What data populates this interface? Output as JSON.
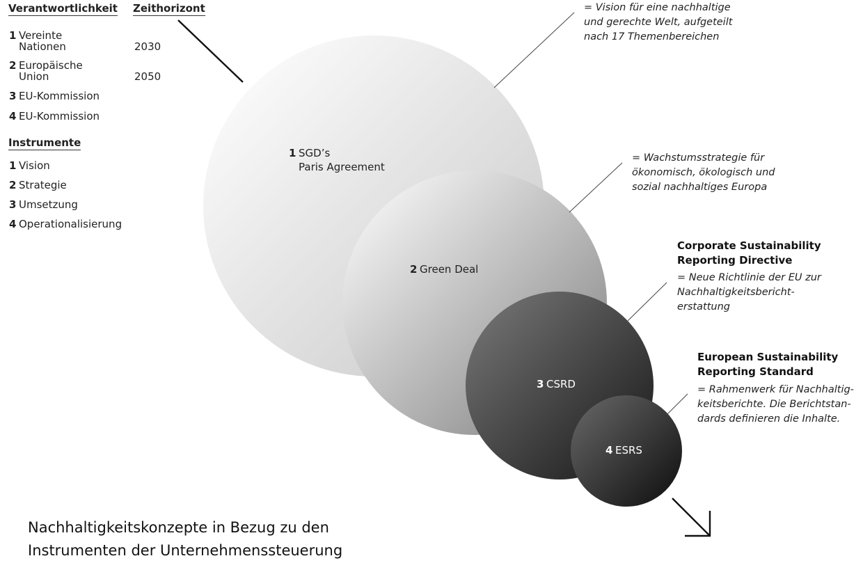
{
  "legend": {
    "responsibility_header": "Verantwortlichkeit",
    "horizon_header": "Zeithorizont",
    "responsibility": [
      {
        "num": "1",
        "line1": "Vereinte",
        "line2": "Nationen",
        "year": "2030"
      },
      {
        "num": "2",
        "line1": "Europäische",
        "line2": "Union",
        "year": "2050"
      },
      {
        "num": "3",
        "line1": "EU-Kommission",
        "line2": "",
        "year": ""
      },
      {
        "num": "4",
        "line1": "EU-Kommission",
        "line2": "",
        "year": ""
      }
    ],
    "instruments_header": "Instrumente",
    "instruments": [
      {
        "num": "1",
        "label": "Vision"
      },
      {
        "num": "2",
        "label": "Strategie"
      },
      {
        "num": "3",
        "label": "Umsetzung"
      },
      {
        "num": "4",
        "label": "Operationalisierung"
      }
    ]
  },
  "circles": [
    {
      "num": "1",
      "line1": "SGD’s",
      "line2": "Paris Agreement"
    },
    {
      "num": "2",
      "line1": "Green Deal",
      "line2": ""
    },
    {
      "num": "3",
      "line1": "CSRD",
      "line2": ""
    },
    {
      "num": "4",
      "line1": "ESRS",
      "line2": ""
    }
  ],
  "annotations": {
    "sdg": [
      "= Vision für eine nachhaltige",
      "und gerechte Welt, aufgeteilt",
      "nach 17 Themenbereichen"
    ],
    "green_deal": [
      "= Wachstumsstrategie für",
      "ökonomisch, ökologisch und",
      "sozial nachhaltiges Europa"
    ],
    "csrd_title": [
      "Corporate Sustainability",
      "Reporting Directive"
    ],
    "csrd": [
      "= Neue Richtlinie der EU zur",
      "Nachhaltigkeitsbericht-",
      "erstattung"
    ],
    "esrs_title": [
      "European Sustainability",
      "Reporting Standard"
    ],
    "esrs": [
      "= Rahmenwerk für Nachhaltig-",
      "keitsberichte. Die Berichtstan-",
      "dards definieren die Inhalte."
    ]
  },
  "title": [
    "Nachhaltigkeitskonzepte in Bezug zu den",
    "Instrumenten der Unternehmenssteuerung"
  ],
  "colors": {
    "circle1": [
      "#fbfbfb",
      "#cfcfcf"
    ],
    "circle2": [
      "#f2f2f2",
      "#8a8a8a"
    ],
    "circle3": [
      "#6a6a6a",
      "#1e1e1e"
    ],
    "circle4": [
      "#5a5a5a",
      "#151515"
    ]
  }
}
